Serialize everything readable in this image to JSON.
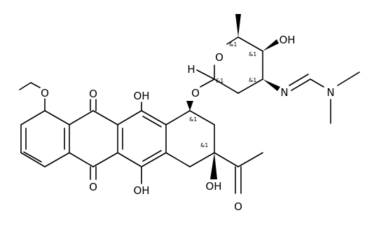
{
  "molecule": {
    "atom_labels": {
      "o_methoxy": "O",
      "o_quinone_top": "O",
      "o_quinone_bottom": "O",
      "oh_top": "OH",
      "oh_bottom": "OH",
      "o_glycoside": "O",
      "o_ring": "O",
      "h_anomeric": "H",
      "oh_sugar": "OH",
      "n_imine": "N",
      "n_dimethyl": "N",
      "oh_tertiary": "OH",
      "o_acetyl": "O"
    },
    "stereo_labels": {
      "c7": "&1",
      "c9": "&1",
      "c1_sugar": "&1",
      "c3_sugar": "&1",
      "c4_sugar": "&1",
      "c5_sugar": "&1"
    }
  }
}
